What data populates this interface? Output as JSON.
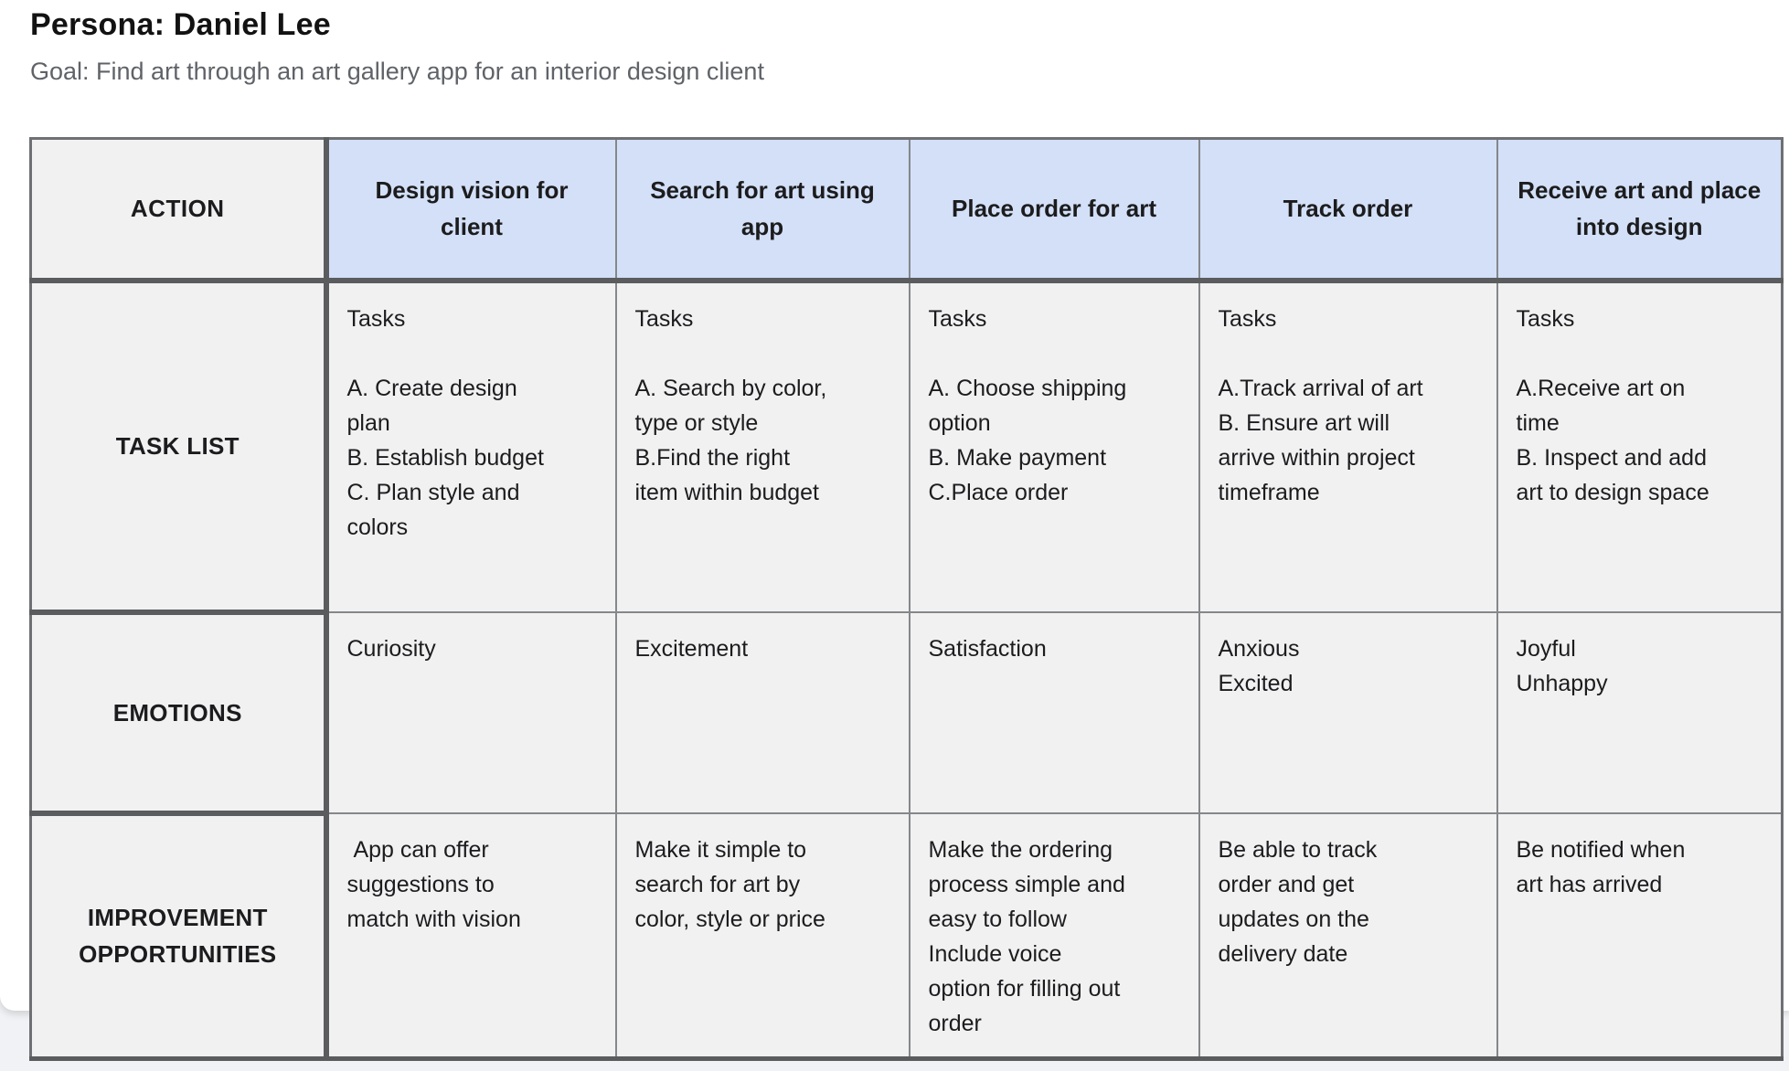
{
  "page": {
    "title": "Persona: Daniel Lee",
    "subtitle": "Goal: Find art through an art gallery app for an interior design client"
  },
  "table": {
    "corner_label": "ACTION",
    "columns": [
      {
        "header": "Design vision for client"
      },
      {
        "header": "Search for art using app"
      },
      {
        "header": "Place order for art"
      },
      {
        "header": "Track order"
      },
      {
        "header": "Receive art and place into design"
      }
    ],
    "rows": [
      {
        "label": "TASK LIST",
        "cells": [
          "Tasks\n\nA. Create design\nplan\nB. Establish budget\nC. Plan style and\ncolors",
          "Tasks\n\nA. Search by color,\ntype or style\nB.Find the right\nitem within budget",
          "Tasks\n\nA. Choose shipping\noption\nB. Make payment\nC.Place order",
          "Tasks\n\nA.Track arrival of art\nB. Ensure art will\narrive within project\ntimeframe",
          "Tasks\n\nA.Receive art on\ntime\nB. Inspect and add\nart to design space"
        ]
      },
      {
        "label": "EMOTIONS",
        "cells": [
          "Curiosity",
          "Excitement",
          "Satisfaction",
          "Anxious\nExcited",
          "Joyful\nUnhappy"
        ]
      },
      {
        "label": "IMPROVEMENT\nOPPORTUNITIES",
        "cells": [
          " App can offer\nsuggestions to\nmatch with vision",
          "Make it simple to\nsearch for art by\ncolor, style or price",
          "Make the ordering\nprocess simple and\neasy to follow\nInclude voice\noption for filling out\norder",
          "Be able to track\norder and get\nupdates on the\ndelivery date",
          "Be notified when\nart has arrived"
        ]
      }
    ]
  },
  "colors": {
    "header_fill": "#d3e0f7",
    "cell_fill": "#f1f1f2",
    "border_thick": "#5a5c5e",
    "border_outer": "#6e7073",
    "border_thin": "#85878a",
    "subtitle_text": "#5f6368",
    "app_background": "#f1f2f5",
    "sheet_background": "#ffffff"
  }
}
